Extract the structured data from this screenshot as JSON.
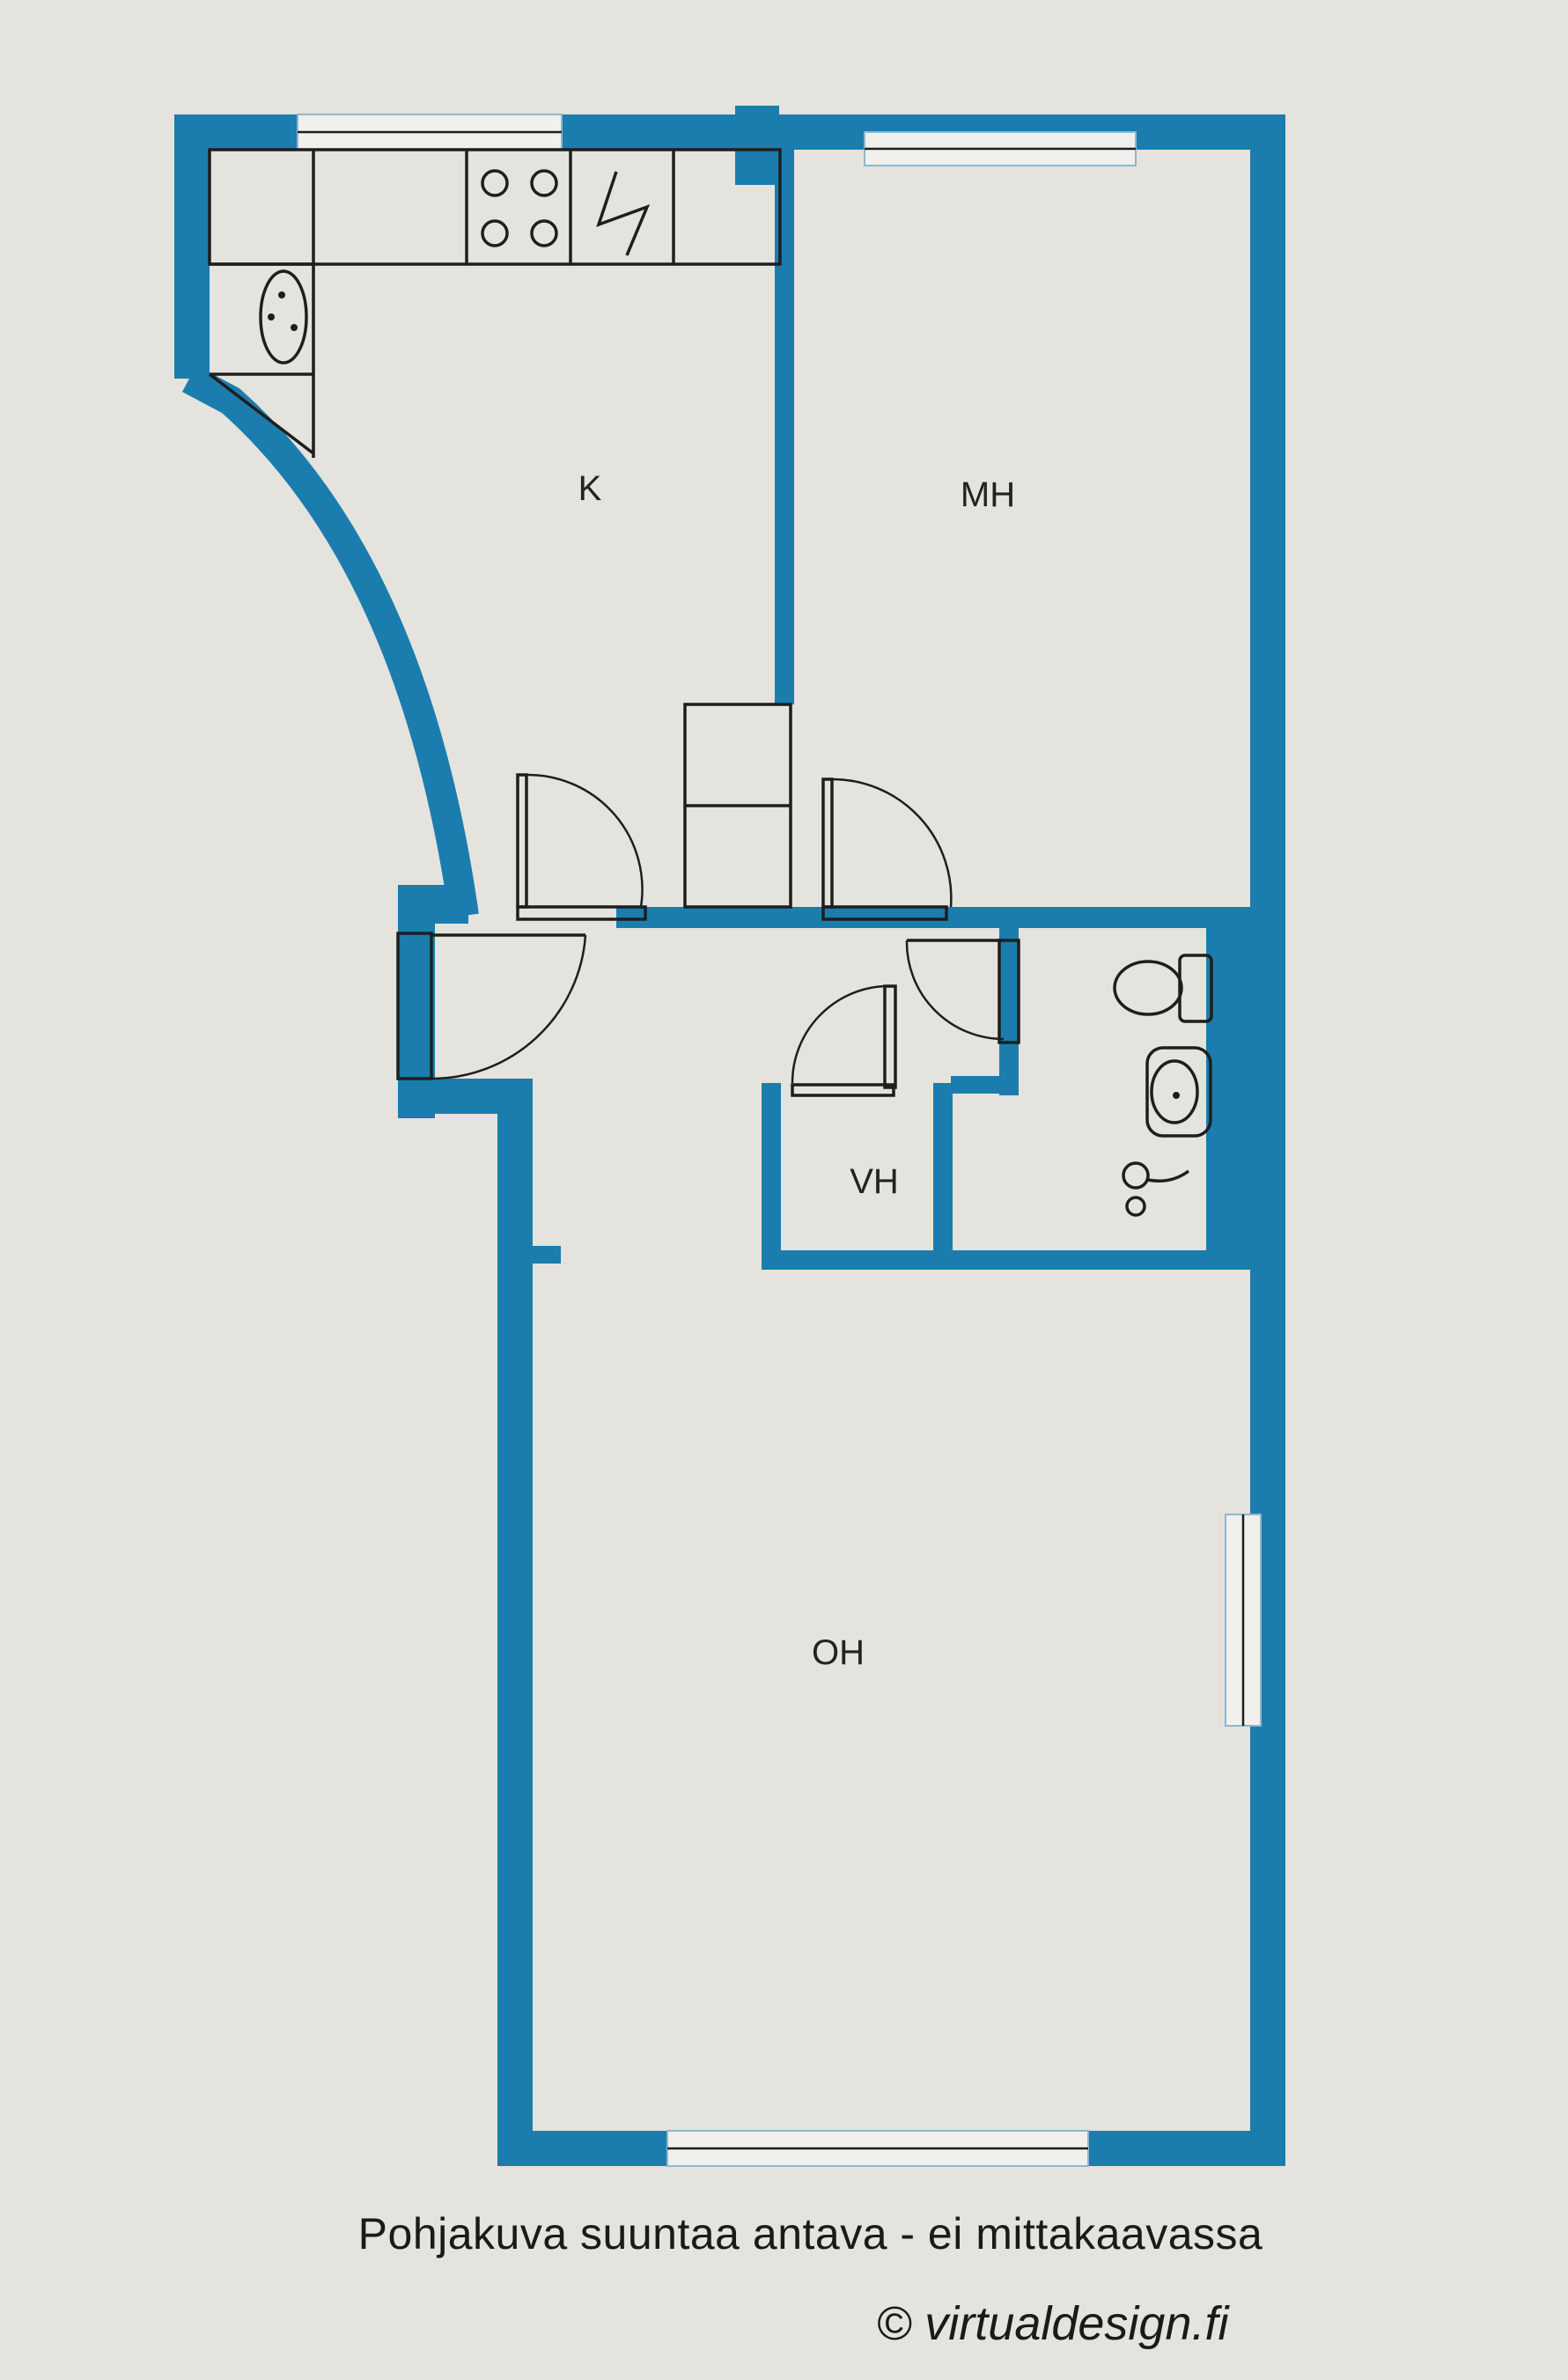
{
  "plan": {
    "rooms": {
      "kitchen": "K",
      "bedroom": "MH",
      "toilet": "VH",
      "living_room": "OH"
    }
  },
  "caption": {
    "disclaimer": "Pohjakuva suuntaa antava - ei mittakaavassa",
    "credit": "© virtualdesign.fi"
  },
  "colors": {
    "wall": "#1b7dae",
    "background": "#e4e3de",
    "fixture_lines": "#1e1e1e"
  },
  "icons": [
    "stove-icon",
    "sink-icon",
    "toilet-icon",
    "washbasin-icon",
    "shower-icon",
    "door-swing-icon",
    "window-icon"
  ]
}
